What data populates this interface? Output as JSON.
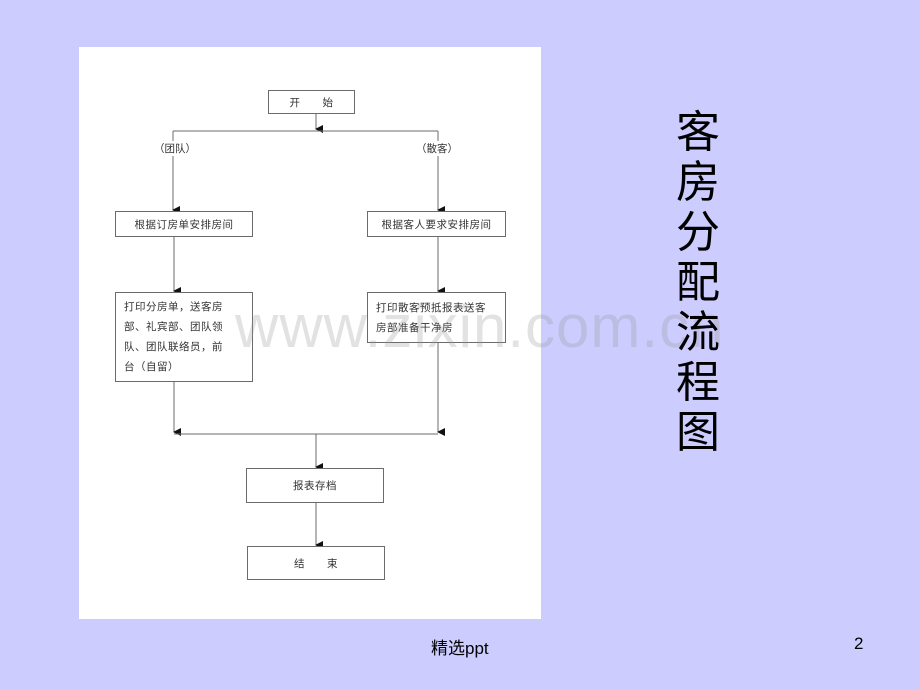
{
  "slide": {
    "title": "客房分配流程图",
    "title_chars": [
      "客",
      "房",
      "分",
      "配",
      "流",
      "程",
      "图"
    ],
    "footer_text": "精选ppt",
    "page_number": "2",
    "watermark": "www.zixin.com.cn",
    "colors": {
      "background": "#ccccff",
      "panel": "#ffffff",
      "line": "#6b6b6b",
      "text": "#333333"
    }
  },
  "flowchart": {
    "start": "开　　始",
    "branches": {
      "group_label": "（团队）",
      "individual_label": "（散客）"
    },
    "group_assign": "根据订房单安排房间",
    "individual_assign": "根据客人要求安排房间",
    "group_print": "打印分房单，送客房部、礼宾部、团队领队、团队联络员，前台（自留）",
    "group_print_lines": [
      "打印分房单，送客房",
      "部、礼宾部、团队领",
      "队、团队联络员，前",
      "台（自留）"
    ],
    "individual_print": "打印散客预抵报表送客房部准备干净房",
    "individual_print_lines": [
      "打印散客预抵报表送客",
      "房部准备干净房"
    ],
    "archive": "报表存档",
    "end": "结　　束"
  }
}
